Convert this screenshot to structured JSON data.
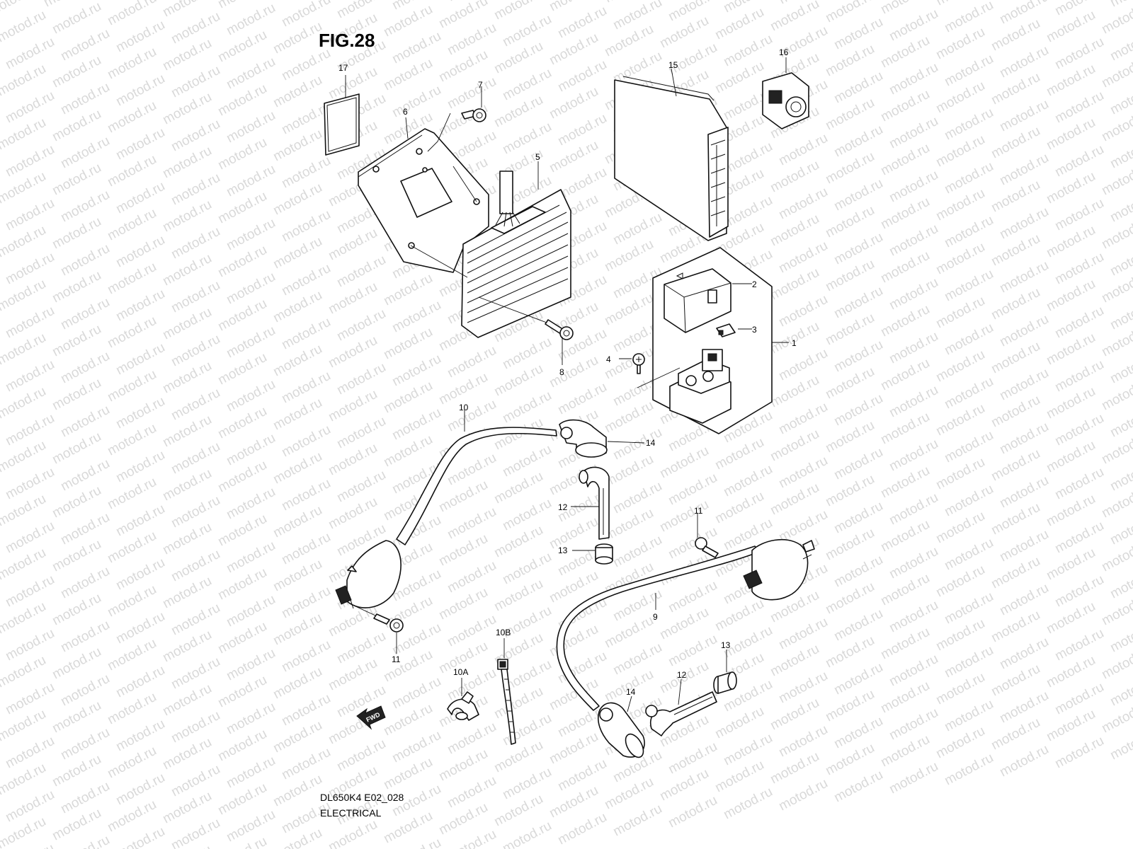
{
  "figure_title": "FIG.28",
  "footer": {
    "model_code": "DL650K4 E02_028",
    "section": "ELECTRICAL"
  },
  "watermark_text": "motod.ru",
  "fwd_arrow_label": "FWD",
  "callouts": {
    "c1": "1",
    "c2": "2",
    "c3": "3",
    "c4": "4",
    "c5": "5",
    "c6": "6",
    "c7": "7",
    "c8": "8",
    "c9": "9",
    "c10": "10",
    "c10a": "10A",
    "c10b": "10B",
    "c11a": "11",
    "c11b": "11",
    "c12a": "12",
    "c12b": "12",
    "c13a": "13",
    "c13b": "13",
    "c14a": "14",
    "c14b": "14",
    "c15": "15",
    "c16": "16",
    "c17": "17"
  }
}
